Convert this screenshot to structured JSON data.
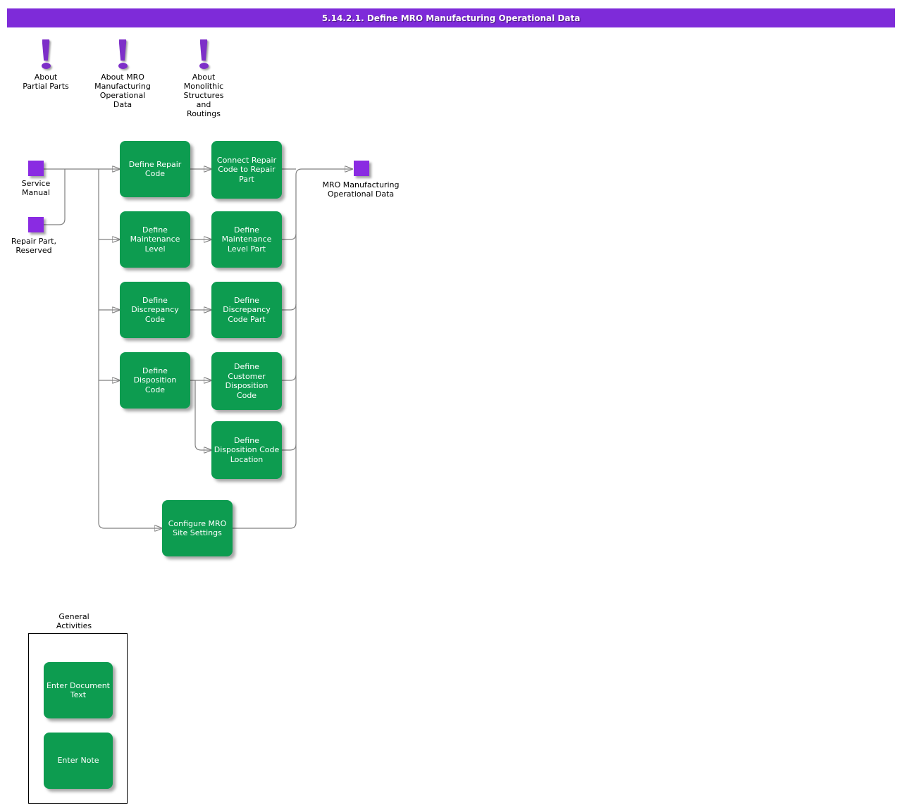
{
  "header": {
    "title": "5.14.2.1. Define MRO Manufacturing Operational Data"
  },
  "colors": {
    "titlebar_purple": "#7e2bd9",
    "data_square_purple": "#8a2be2",
    "exclamation_purple": "#7d2fc8",
    "activity_green": "#0d9c50",
    "connector_gray": "#808080"
  },
  "info_notes": [
    {
      "icon": "exclamation-icon",
      "label": "About\nPartial Parts"
    },
    {
      "icon": "exclamation-icon",
      "label": "About MRO\nManufacturing\nOperational\nData"
    },
    {
      "icon": "exclamation-icon",
      "label": "About\nMonolithic\nStructures\nand\nRoutings"
    }
  ],
  "inputs": {
    "service_manual": "Service\nManual",
    "repair_part": "Repair Part,\nReserved"
  },
  "output": {
    "mro_data": "MRO Manufacturing\nOperational Data"
  },
  "nodes": {
    "define_repair_code": "Define Repair\nCode",
    "connect_repair_code_to_repair_part": "Connect Repair\nCode to Repair\nPart",
    "define_maintenance_level": "Define\nMaintenance\nLevel",
    "define_maintenance_level_part": "Define\nMaintenance\nLevel Part",
    "define_discrepancy_code": "Define\nDiscrepancy\nCode",
    "define_discrepancy_code_part": "Define\nDiscrepancy\nCode Part",
    "define_disposition_code": "Define\nDisposition\nCode",
    "define_customer_disposition_code": "Define\nCustomer\nDisposition\nCode",
    "define_disposition_code_location": "Define\nDisposition Code\nLocation",
    "configure_mro_site_settings": "Configure MRO\nSite Settings"
  },
  "general": {
    "title": "General\nActivities",
    "nodes": {
      "enter_document_text": "Enter Document\nText",
      "enter_note": "Enter Note"
    }
  }
}
